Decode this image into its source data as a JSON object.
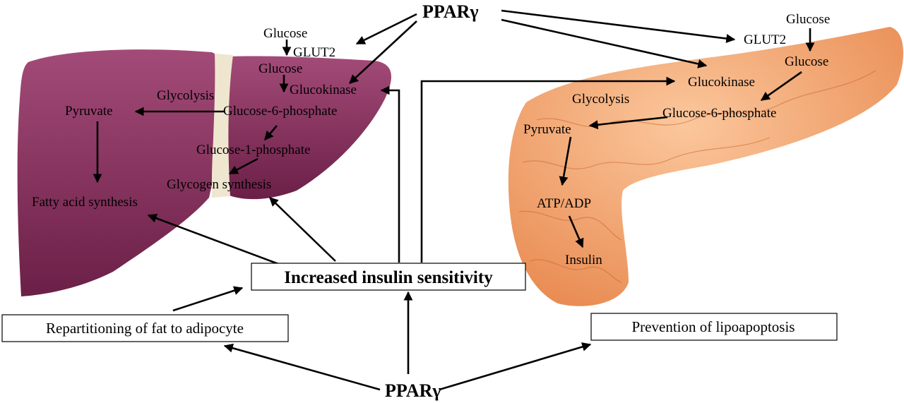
{
  "colors": {
    "liver_light": "#a34b78",
    "liver_dark": "#6b1f47",
    "ligament": "#efe6cf",
    "pancreas_light": "#fbc79c",
    "pancreas_dark": "#e8894f",
    "pancreas_vein": "#c8652f"
  },
  "organs": {
    "liver": "liver",
    "pancreas": "pancreas"
  },
  "ppar_top": "PPARγ",
  "ppar_bottom": "PPARγ",
  "liver": {
    "glucose_in": "Glucose",
    "glut2": "GLUT2",
    "glucose": "Glucose",
    "glucokinase": "Glucokinase",
    "glycolysis": "Glycolysis",
    "pyruvate": "Pyruvate",
    "g6p": "Glucose-6-phosphate",
    "g1p": "Glucose-1-phosphate",
    "glycogen": "Glycogen synthesis",
    "fatty_acid": "Fatty acid synthesis"
  },
  "pancreas": {
    "glucose_in": "Glucose",
    "glut2": "GLUT2",
    "glucose": "Glucose",
    "glucokinase": "Glucokinase",
    "glycolysis": "Glycolysis",
    "g6p": "Glucose-6-phosphate",
    "pyruvate": "Pyruvate",
    "atp_adp": "ATP/ADP",
    "insulin": "Insulin"
  },
  "boxes": {
    "insulin_sensitivity": "Increased insulin sensitivity",
    "repartitioning": "Repartitioning of fat to adipocyte",
    "lipoapoptosis": "Prevention of  lipoapoptosis"
  }
}
